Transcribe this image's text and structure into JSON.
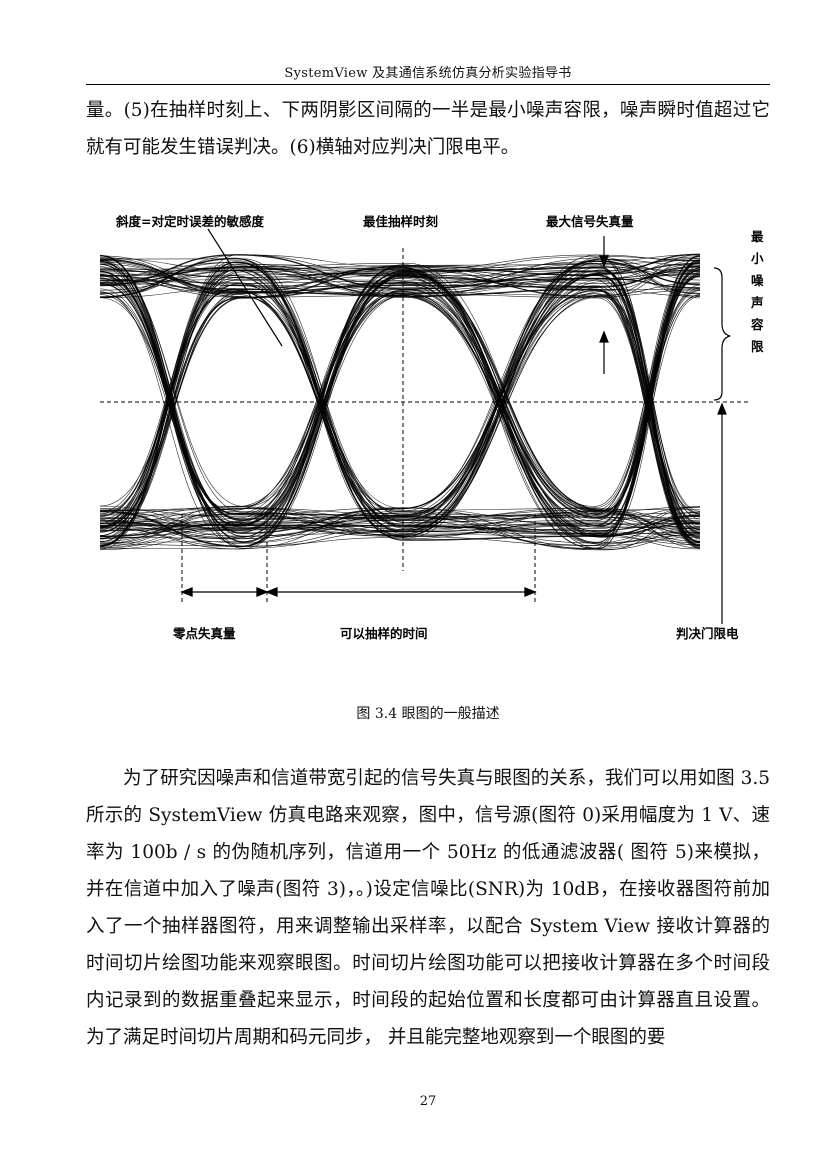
{
  "header": {
    "title": "SystemView 及其通信系统仿真分析实验指导书"
  },
  "intro": {
    "text": "量。(5)在抽样时刻上、下两阴影区间隔的一半是最小噪声容限，噪声瞬时值超过它就有可能发生错误判决。(6)横轴对应判决门限电平。"
  },
  "figure": {
    "labels": {
      "slope": "斜度=对定时误差的敏感度",
      "best_sample": "最佳抽样时刻",
      "max_distortion": "最大信号失真量",
      "noise_margin": [
        "最",
        "小",
        "噪",
        "声",
        "容",
        "限"
      ],
      "zero_distortion": "零点失真量",
      "sampling_window": "可以抽样的时间",
      "threshold": "判决门限电"
    }
  },
  "caption": {
    "text": "图 3.4 眼图的一般描述"
  },
  "body": {
    "text": "为了研究因噪声和信道带宽引起的信号失真与眼图的关系，我们可以用如图 3.5 所示的 SystemView 仿真电路来观察，图中，信号源(图符 0)采用幅度为 1 V、速率为 100b / s 的伪随机序列，信道用一个 50Hz 的低通滤波器( 图符 5)来模拟，并在信道中加入了噪声(图符 3)，。)设定信噪比(SNR)为 10dB，在接收器图符前加入了一个抽样器图符，用来调整输出采样率，以配合 System View 接收计算器的时间切片绘图功能来观察眼图。时间切片绘图功能可以把接收计算器在多个时间段内记录到的数据重叠起来显示，时间段的起始位置和长度都可由计算器直且设置。 为了满足时间切片周期和码元同步， 并且能完整地观察到一个眼图的要"
  },
  "page": {
    "number": "27"
  }
}
